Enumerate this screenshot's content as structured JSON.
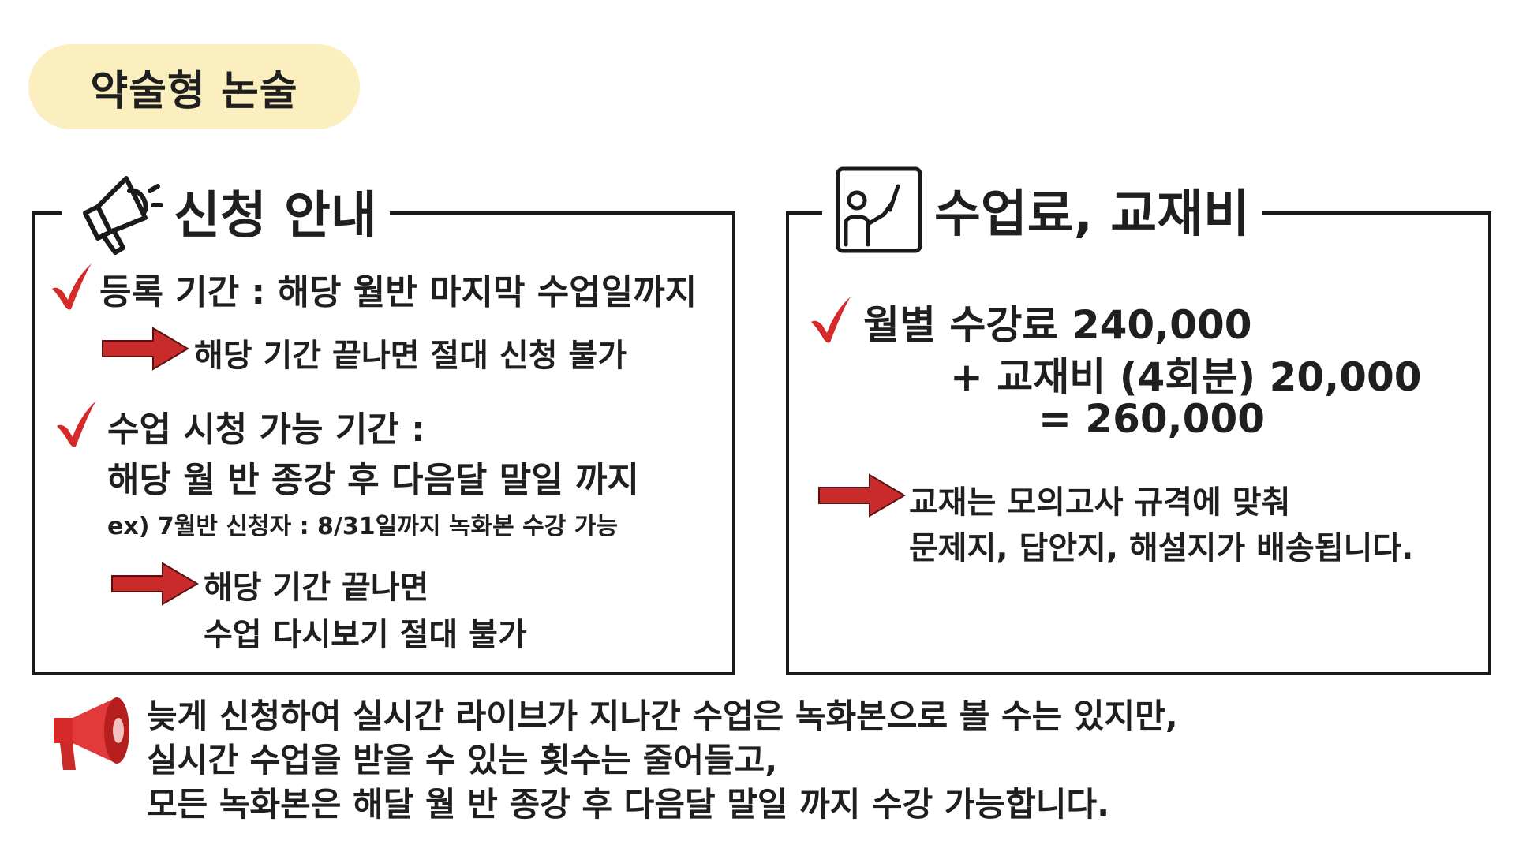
{
  "badge": {
    "label": "약술형 논술"
  },
  "apply": {
    "title": "신청 안내",
    "reg_period": "등록 기간 : 해당 월반 마지막 수업일까지",
    "reg_arrow_text": "해당 기간 끝나면 절대 신청 불가",
    "view_label": "수업 시청 가능 기간 :",
    "view_detail": "해당 월 반 종강 후 다음달 말일 까지",
    "example": "ex) 7월반 신청자 : 8/31일까지 녹화본 수강 가능",
    "view_arrow_line1": "해당 기간 끝나면",
    "view_arrow_line2": "수업 다시보기 절대 불가"
  },
  "fee": {
    "title": "수업료, 교재비",
    "line1": "월별 수강료 240,000",
    "line2": "+ 교재비 (4회분) 20,000",
    "line3": "= 260,000",
    "arrow_line1": "교재는 모의고사 규격에 맞춰",
    "arrow_line2": "문제지, 답안지, 해설지가 배송됩니다."
  },
  "notice": {
    "line1": "늦게 신청하여 실시간 라이브가 지나간 수업은 녹화본으로 볼 수는 있지만,",
    "line2": "실시간 수업을 받을 수 있는 횟수는 줄어들고,",
    "line3": "모든 녹화본은 해달 월 반 종강 후 다음달 말일 까지 수강 가능합니다."
  },
  "colors": {
    "badge_bg": "#fcefbf",
    "accent_red": "#d62a2a",
    "text": "#1f1f1f"
  },
  "icons": [
    "megaphone-outline-icon",
    "teacher-board-icon",
    "check-icon",
    "arrow-right-icon",
    "megaphone-red-icon"
  ]
}
